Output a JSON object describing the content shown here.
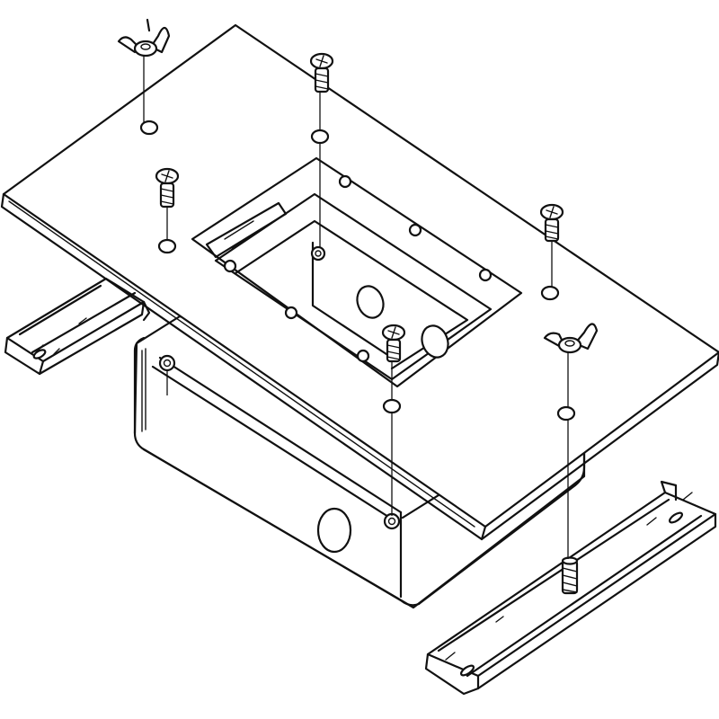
{
  "diagram": {
    "kind": "exploded-assembly-line-drawing",
    "parts": [
      "cover-plate",
      "device-opening-bracket",
      "outlet-box",
      "mounting-rail-left",
      "mounting-rail-right",
      "wing-nut-rear-left",
      "wing-nut-front-right",
      "flat-head-screw-rear",
      "flat-head-screw-left",
      "flat-head-screw-right",
      "flat-head-screw-center",
      "threaded-stud"
    ],
    "labels": []
  },
  "colors": {
    "ink": "#111111",
    "paper": "#ffffff"
  }
}
